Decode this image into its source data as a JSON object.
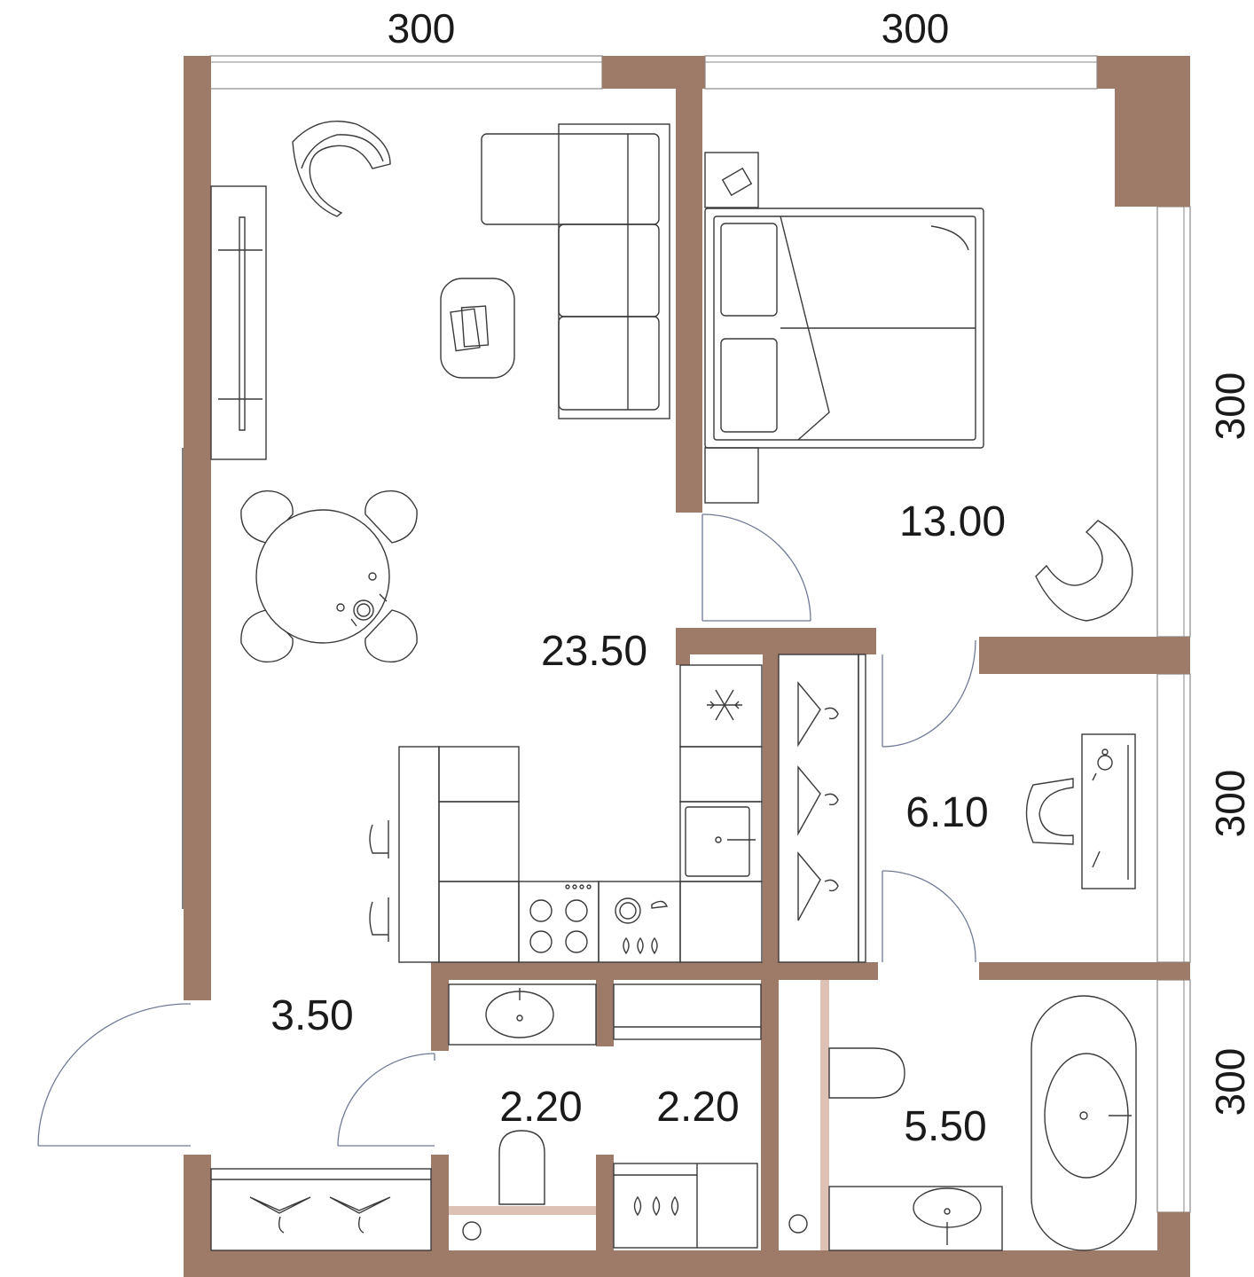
{
  "plan": {
    "dimensions": {
      "top_left": "300",
      "top_right": "300",
      "right_top": "300",
      "right_middle": "300",
      "right_bottom": "300"
    },
    "rooms": {
      "living_kitchen": "23.50",
      "bedroom": "13.00",
      "dressing_room": "6.10",
      "hallway": "3.50",
      "bathroom_small": "2.20",
      "laundry": "2.20",
      "bathroom_large": "5.50"
    },
    "colors": {
      "wall": "#9d7b68",
      "partition": "#dcc1b4",
      "line": "#3a3a3a",
      "door_arc": "#6f7a96"
    },
    "icons": [
      "snowflake-icon",
      "stove-icon",
      "washing-machine-icon",
      "sink-icon",
      "toilet-icon",
      "bathtub-icon",
      "hanger-icon",
      "bed-icon",
      "sofa-icon",
      "armchair-icon",
      "dining-table-icon",
      "desk-icon"
    ]
  }
}
